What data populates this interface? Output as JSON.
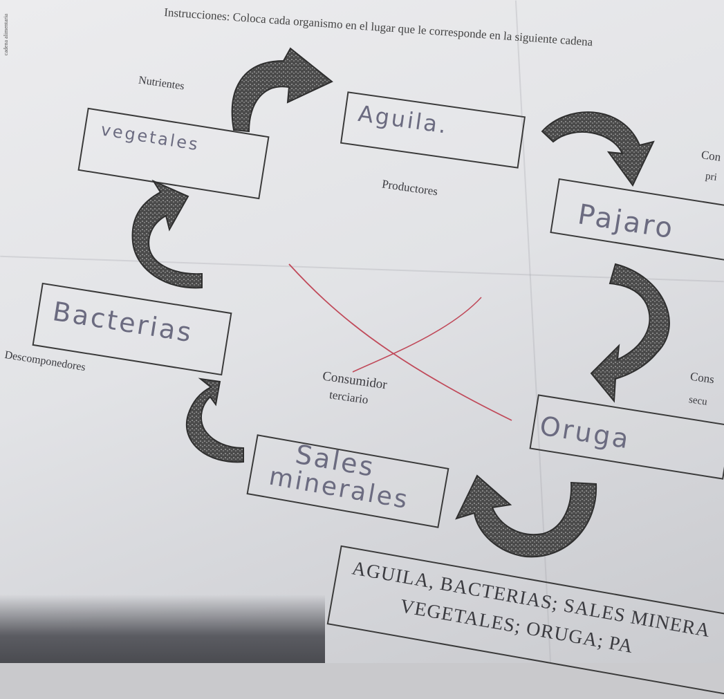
{
  "instructions": "Instrucciones: Coloca cada organismo en el lugar que le corresponde en la siguiente cadena",
  "side_text": "cadena alimentaria",
  "labels": {
    "nutrientes": "Nutrientes",
    "productores": "Productores",
    "consumidor_terciario_1": "Consumidor",
    "consumidor_terciario_2": "terciario",
    "consumidor_primario_1": "Con",
    "consumidor_primario_2": "pri",
    "consumidor_secundario_1": "Cons",
    "consumidor_secundario_2": "secu",
    "descomponedores": "Descomponedores"
  },
  "boxes": {
    "vegetales": "vegetales",
    "aguila": "Aguila.",
    "pajaro": "Pajaro",
    "bacterias": "Bacterias",
    "oruga": "Oruga",
    "sales_line1": "Sales",
    "sales_line2": "minerales"
  },
  "word_bank": {
    "line1": "AGUILA, BACTERIAS; SALES MINERA",
    "line2": "VEGETALES; ORUGA; PA"
  },
  "colors": {
    "paper": "#e4e5e8",
    "ink": "#3a3a3a",
    "pencil": "#6b6b80",
    "red_pen": "#c04a5a"
  }
}
